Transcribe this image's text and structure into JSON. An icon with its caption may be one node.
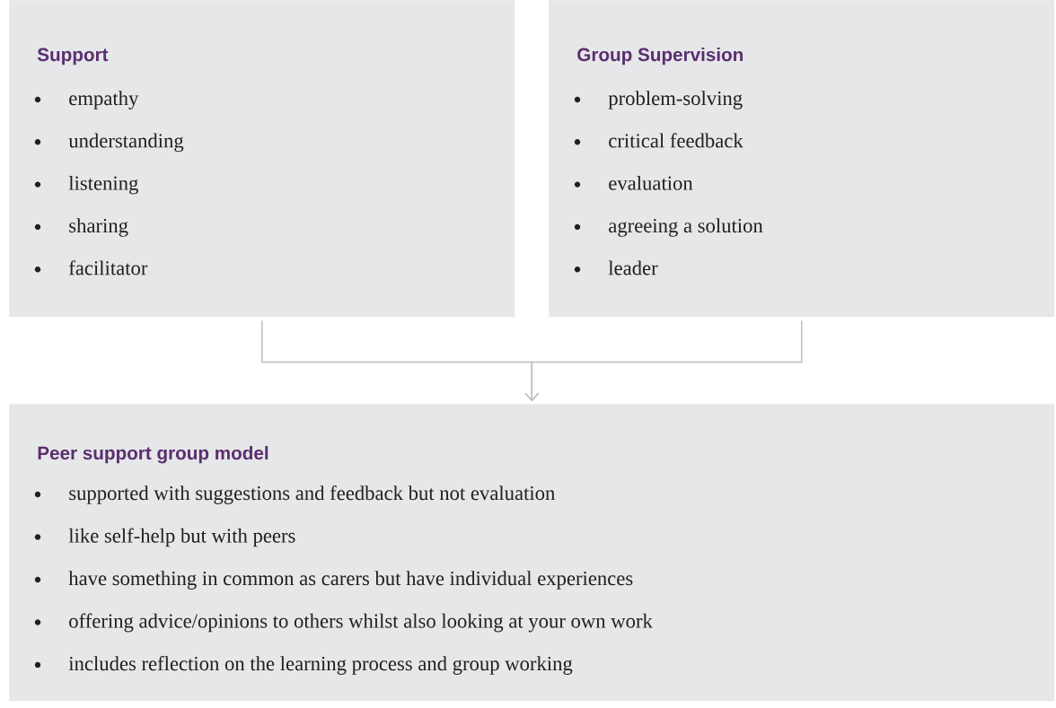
{
  "diagram": {
    "nodes": [
      {
        "text": [
          "Support",
          "empathy",
          "understanding",
          "listening",
          "sharing",
          "facilitator"
        ]
      },
      {
        "text": [
          "Group Supervision",
          "problem-solving",
          "critical feedback",
          "evaluation",
          "agreeing a solution",
          "leader"
        ]
      },
      {
        "text": [
          "Peer support group model",
          "supported with suggestions and feedback but not evaluation",
          "like self-help but with peers",
          "have something in common as carers but have individual experiences",
          "offering advice/opinions to others whilst also looking at your own work",
          "includes reflection on the learning process and group working"
        ]
      }
    ],
    "edges": [
      {
        "from": 0,
        "to": 2,
        "arrow": "to"
      },
      {
        "from": 1,
        "to": 2,
        "arrow": "to"
      }
    ]
  }
}
